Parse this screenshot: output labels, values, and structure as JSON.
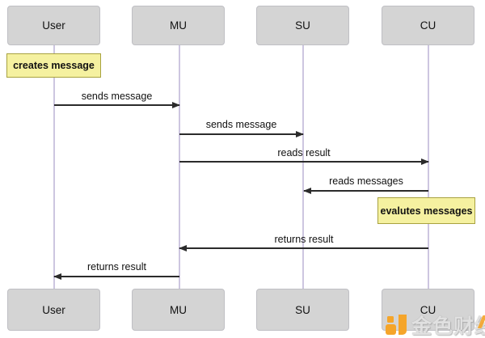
{
  "diagram": {
    "type": "sequence-diagram",
    "actors": [
      {
        "id": "user",
        "name": "User"
      },
      {
        "id": "mu",
        "name": "MU"
      },
      {
        "id": "su",
        "name": "SU"
      },
      {
        "id": "cu",
        "name": "CU"
      }
    ],
    "notes": [
      {
        "text": "creates message",
        "actor": "User"
      },
      {
        "text": "evalutes messages",
        "actor": "CU"
      }
    ],
    "messages": [
      {
        "label": "sends message",
        "from": "User",
        "to": "MU"
      },
      {
        "label": "sends message",
        "from": "MU",
        "to": "SU"
      },
      {
        "label": "reads result",
        "from": "MU",
        "to": "CU"
      },
      {
        "label": "reads messages",
        "from": "CU",
        "to": "SU"
      },
      {
        "label": "returns result",
        "from": "CU",
        "to": "MU"
      },
      {
        "label": "returns result",
        "from": "MU",
        "to": "User"
      }
    ],
    "colors": {
      "actor_fill": "#d4d4d4",
      "actor_border": "#bfbfc4",
      "lifeline": "#cdc6e0",
      "note_fill": "#f5f1a0",
      "note_border": "#a8a23f",
      "arrow": "#2b2b2b",
      "watermark_orange": "#f5a52a"
    },
    "watermark": {
      "text": "金色财经"
    }
  }
}
